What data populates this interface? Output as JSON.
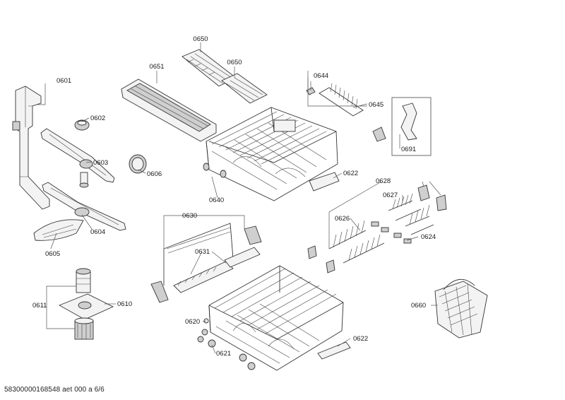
{
  "labels": {
    "p0650a": "0650",
    "p0650b": "0650",
    "p0651": "0651",
    "p0601": "0601",
    "p0602": "0602",
    "p0603": "0603",
    "p0604": "0604",
    "p0605": "0605",
    "p0606": "0606",
    "p0640": "0640",
    "p0644": "0644",
    "p0645": "0645",
    "p0691": "0691",
    "p0622a": "0622",
    "p0628": "0628",
    "p0627": "0627",
    "p0626": "0626",
    "p0624": "0624",
    "p0630": "0630",
    "p0631": "0631",
    "p0611": "0611",
    "p0610": "0610",
    "p0620": "0620",
    "p0621": "0621",
    "p0622b": "0622",
    "p0660": "0660"
  },
  "footer": "58300000168548 aet 000 a 6/6"
}
